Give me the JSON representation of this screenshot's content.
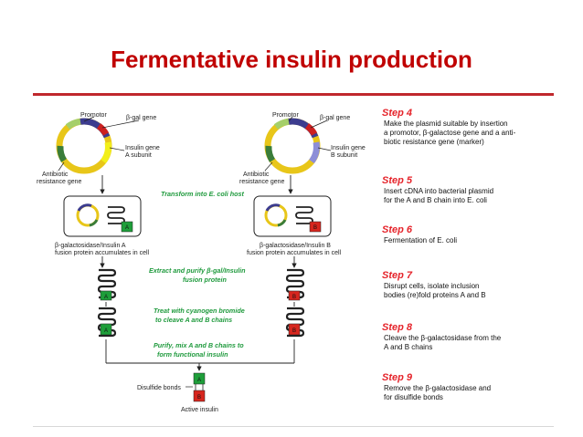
{
  "title": "Fermentative insulin production",
  "left_plasmid": {
    "promotor": "Promotor",
    "bgal": "β-gal gene",
    "insulin_gene_line1": "Insulin gene",
    "insulin_gene_line2": "A subunit",
    "antibiotic_line1": "Antibiotic",
    "antibiotic_line2": "resistance gene",
    "cell_chain": "A",
    "fusion_line1": "β-galactosidase/Insulin A",
    "fusion_line2": "fusion protein accumulates in cell",
    "chain_top": "A",
    "chain_bottom": "A"
  },
  "right_plasmid": {
    "promotor": "Promotor",
    "bgal": "β-gal gene",
    "insulin_gene_line1": "Insulin gene",
    "insulin_gene_line2": "B subunit",
    "antibiotic_line1": "Antibiotic",
    "antibiotic_line2": "resistance gene",
    "cell_chain": "B",
    "fusion_line1": "β-galactosidase/Insulin B",
    "fusion_line2": "fusion protein accumulates in cell",
    "chain_top": "B",
    "chain_bottom": "B"
  },
  "center_labels": {
    "transform": "Transform into E. coli host",
    "extract_line1": "Extract and purify β-gal/Insulin",
    "extract_line2": "fusion protein",
    "treat_line1": "Treat with cyanogen bromide",
    "treat_line2": "to cleave A and B chains",
    "purify_line1": "Purify, mix A and B chains to",
    "purify_line2": "form functional insulin"
  },
  "final": {
    "disulfide": "Disulfide bonds",
    "chain_a": "A",
    "chain_b": "B",
    "active": "Active insulin"
  },
  "steps": [
    {
      "title": "Step 4",
      "lines": [
        "Make the plasmid suitable by insertion",
        "a promotor, β-galactose gene and a anti-",
        "biotic resistance gene (marker)"
      ]
    },
    {
      "title": "Step 5",
      "lines": [
        "Insert cDNA into bacterial plasmid",
        "for the A and B chain into E. coli"
      ]
    },
    {
      "title": "Step 6",
      "lines": [
        "Fermentation of  E. coli"
      ]
    },
    {
      "title": "Step 7",
      "lines": [
        "Disrupt cells, isolate inclusion",
        "bodies (re)fold proteins A and B"
      ]
    },
    {
      "title": "Step 8",
      "lines": [
        "Cleave the β-galactosidase  from the",
        "A and B chains"
      ]
    },
    {
      "title": "Step 9",
      "lines": [
        "Remove the β-galactosidase  and",
        "for disulfide bonds"
      ]
    }
  ],
  "colors": {
    "title": "#c00000",
    "step_title": "#e5232a",
    "green_text": "#1f9a3d",
    "chain_a": "#1e9e3a",
    "chain_b": "#d7261e"
  }
}
